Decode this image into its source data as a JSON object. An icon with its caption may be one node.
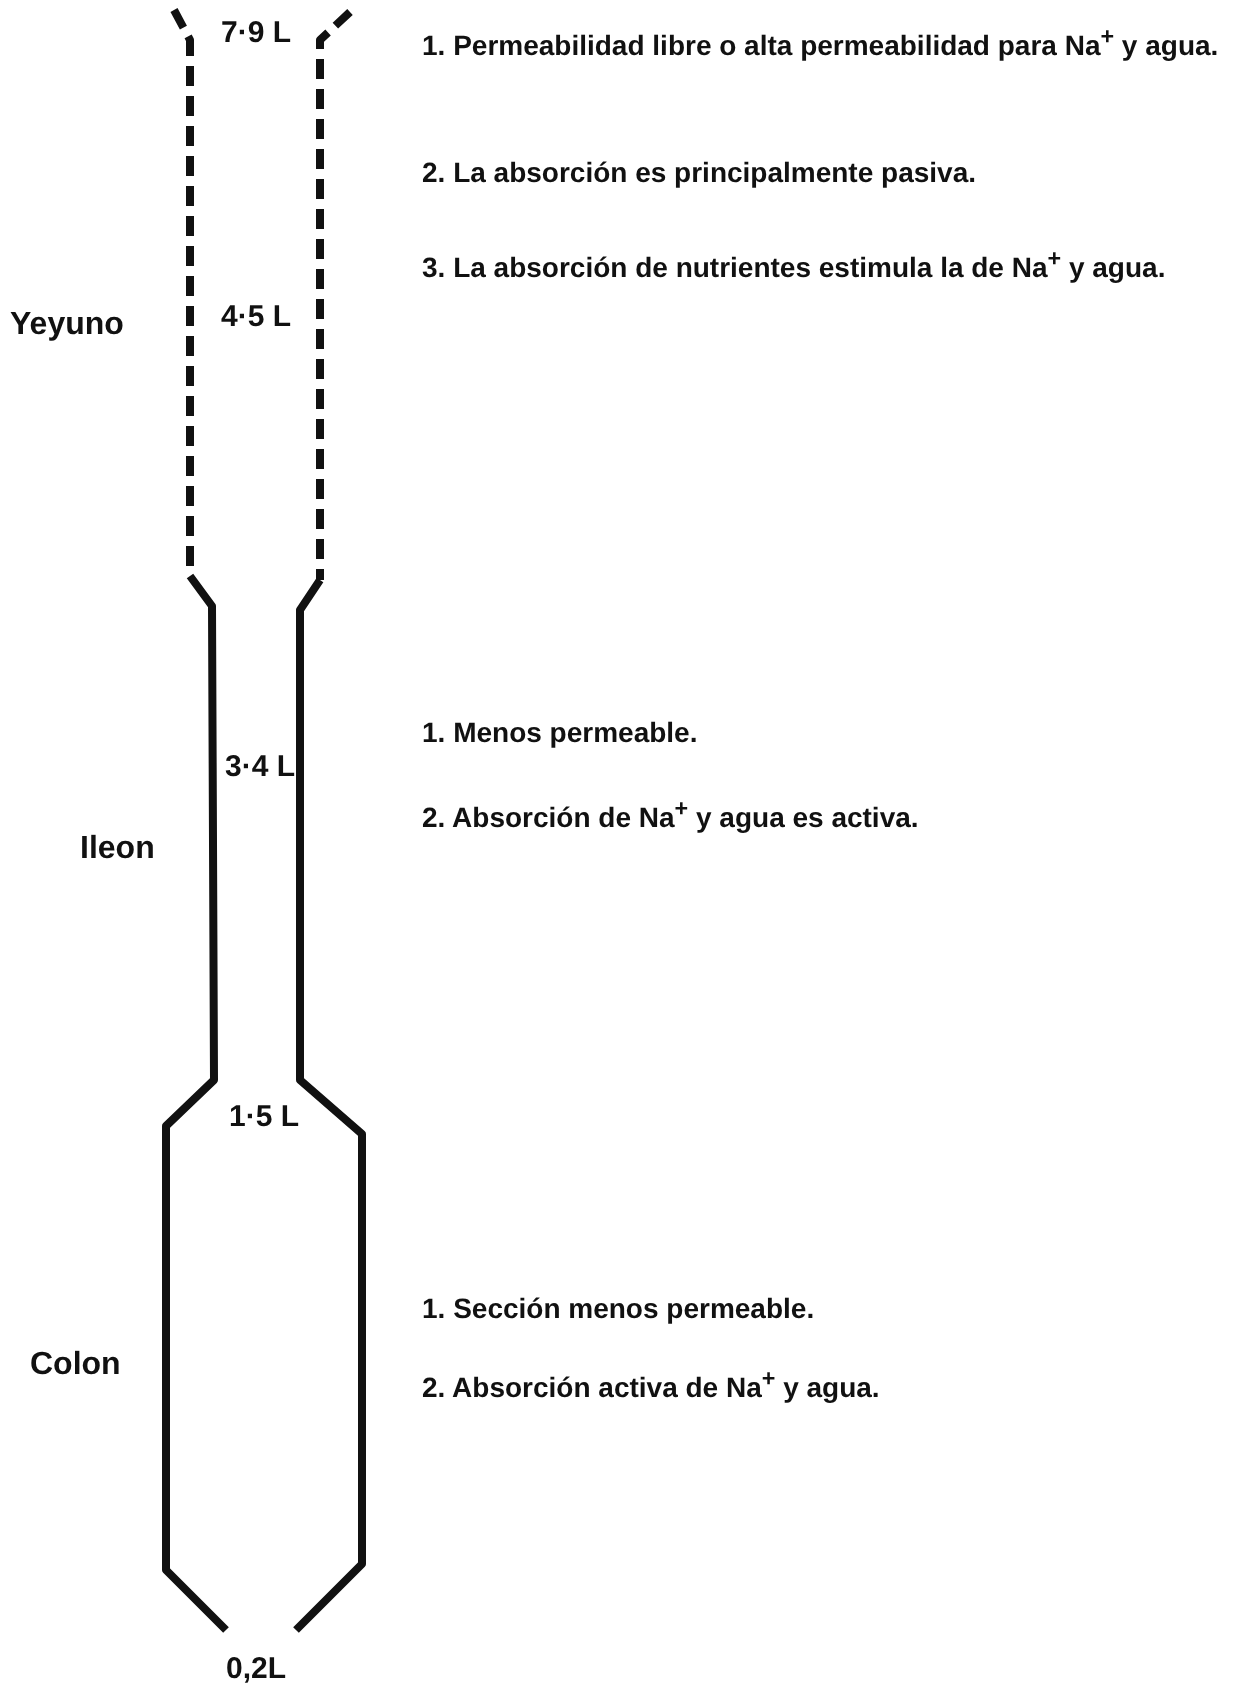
{
  "diagram": {
    "labels": [
      "7·9 L",
      "1. Permeabilidad libre o alta permeabilidad para Na$^{+}$ y agua.",
      "2. La absorción es principalmente pasiva.",
      "3. La absorción de nutrientes estimula la de Na$^{+}$ y agua.",
      "Yeyuno",
      "4·5 L",
      "3·4 L",
      "1. Menos permeable.",
      "2. Absorción de Na$^{+}$ y agua es activa.",
      "Ileon",
      "1·5 L",
      "1. Sección menos permeable.",
      "Colon",
      "2. Absorción activa de Na$^{+}$ y agua.",
      "0,2L"
    ]
  }
}
